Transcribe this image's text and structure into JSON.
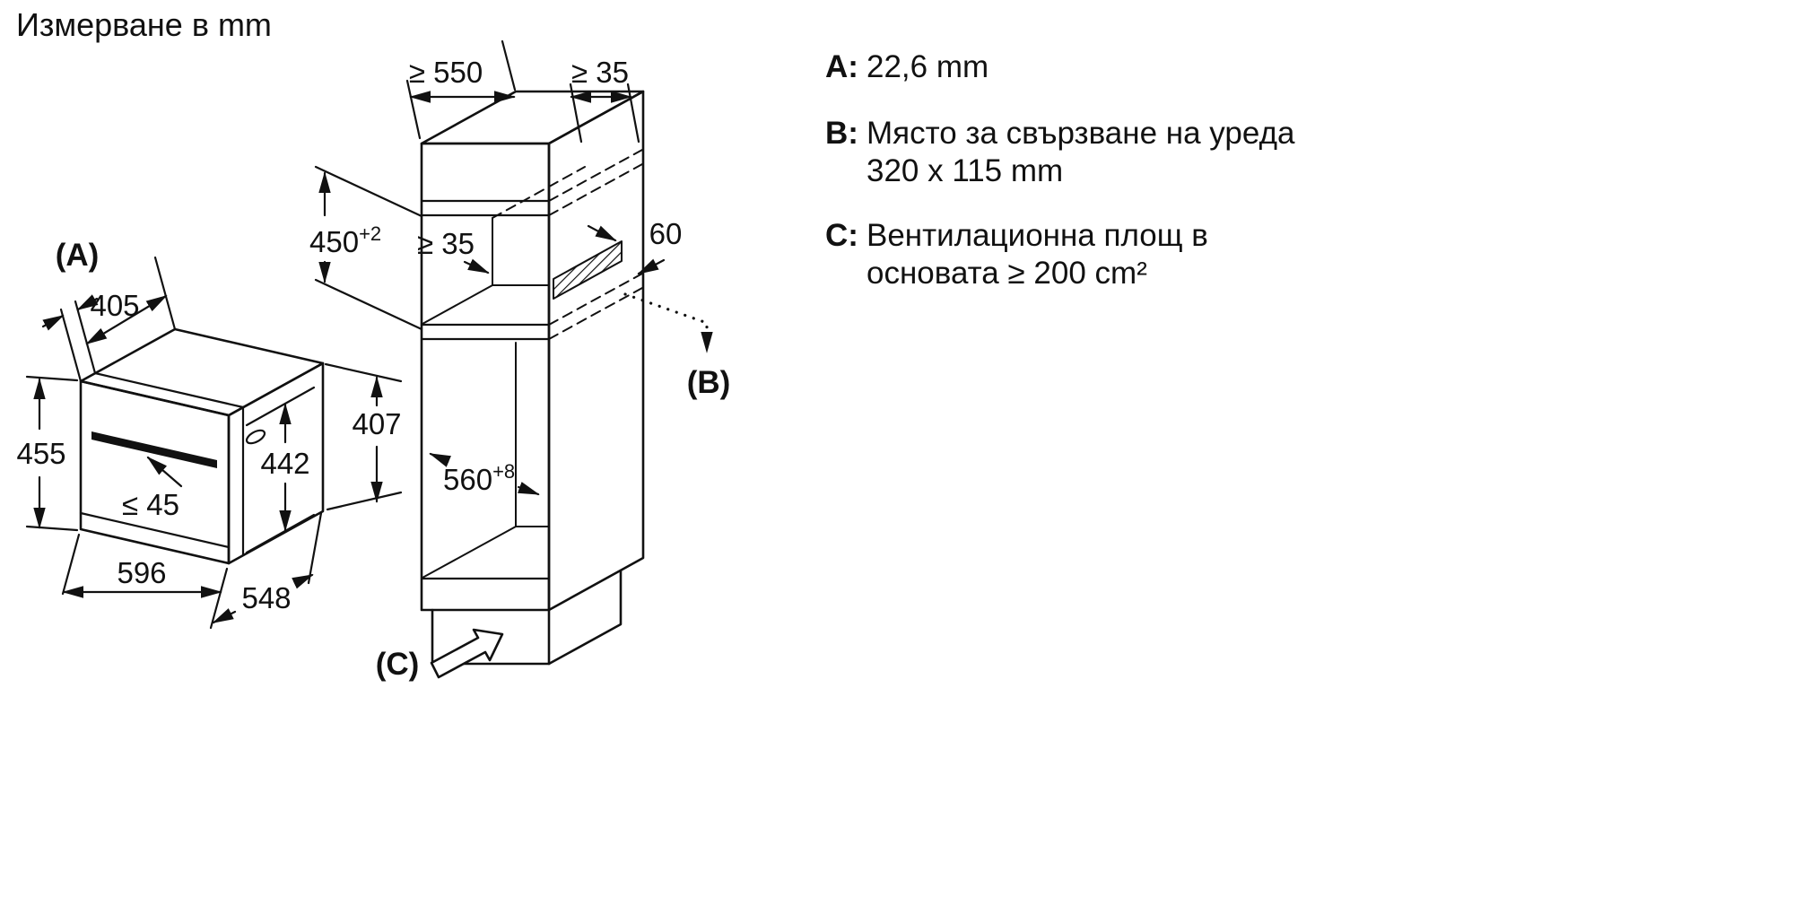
{
  "title": "Измерване в mm",
  "legend": {
    "a_key": "A:",
    "a_text": "22,6 mm",
    "b_key": "B:",
    "b_text1": "Място за свързване на уреда",
    "b_text2": "320 x 115 mm",
    "c_key": "C:",
    "c_text1": "Вентилационна площ в",
    "c_text2": "основата ≥ 200 cm²"
  },
  "oven": {
    "label_a": "(A)",
    "dim_door_depth": "405",
    "dim_height_total": "455",
    "dim_height_body": "442",
    "dim_height_back": "407",
    "dim_handle_clearance": "≤ 45",
    "dim_width": "596",
    "dim_depth": "548"
  },
  "cabinet": {
    "dim_top_depth": "≥ 550",
    "dim_top_gap": "≥ 35",
    "dim_niche_height": "450",
    "dim_niche_height_tol": "+2",
    "dim_back_clearance": "≥ 35",
    "dim_connection_depth": "60",
    "dim_niche_width": "560",
    "dim_niche_width_tol": "+8",
    "label_b": "(B)",
    "label_c": "(C)"
  },
  "colors": {
    "line": "#111111",
    "background": "#ffffff"
  }
}
